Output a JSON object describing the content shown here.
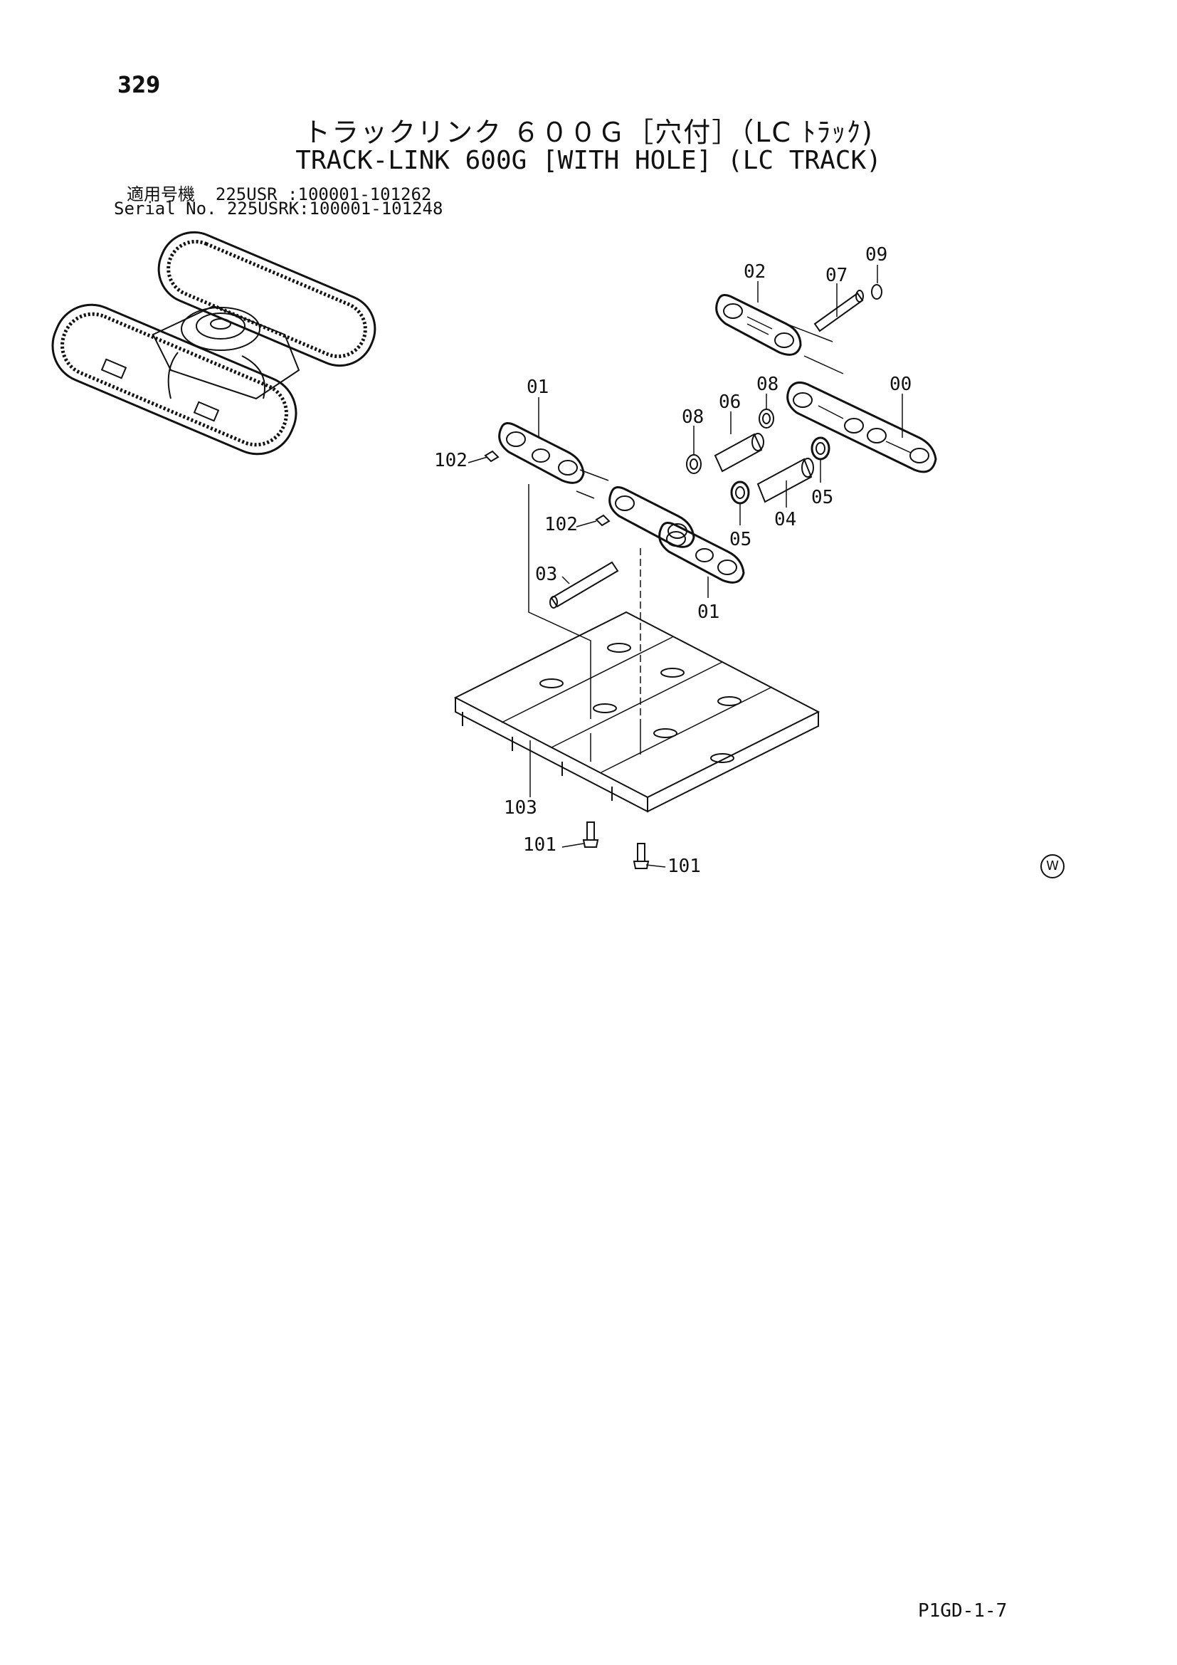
{
  "page": {
    "number": "329",
    "title_ja": "トラックリンク ６００Ｇ［穴付］（LC ﾄﾗｯｸ)",
    "title_en": "TRACK-LINK 600G [WITH HOLE] (LC TRACK)",
    "applicable_label": "適用号機",
    "applicable_value": "225USR :100001-101262",
    "serial_label": "Serial No.",
    "serial_value": "225USRK:100001-101248",
    "watermark": "W",
    "footer_code": "P1GD-1-7"
  },
  "callouts": {
    "c00": "00",
    "c01a": "01",
    "c01b": "01",
    "c02": "02",
    "c03": "03",
    "c04": "04",
    "c05a": "05",
    "c05b": "05",
    "c06": "06",
    "c07": "07",
    "c08a": "08",
    "c08b": "08",
    "c09": "09",
    "c101a": "101",
    "c101b": "101",
    "c102a": "102",
    "c102b": "102",
    "c103": "103"
  }
}
